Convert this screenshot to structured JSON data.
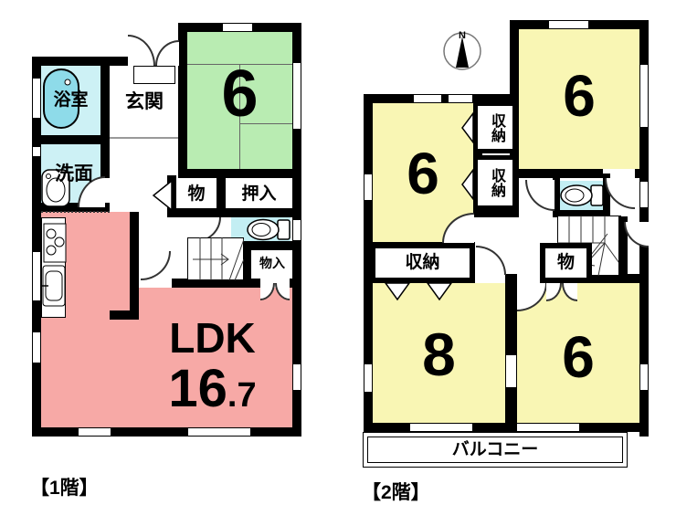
{
  "colors": {
    "green": "#b9ecb2",
    "yellow": "#f9f6b4",
    "pink": "#f7a9a6",
    "cyan_room": "#cdf1f5",
    "cyan_wc": "#c3eef3",
    "tub": "#8edbe9",
    "wall": "#000000"
  },
  "floor1": {
    "caption": "【1階】",
    "labels": {
      "bath": "浴室",
      "entrance": "玄関",
      "tatami6": "6",
      "washroom": "洗面",
      "mono": "物",
      "oshiire": "押入",
      "monoire": "物入",
      "ldk": "LDK",
      "ldk_size_main": "16",
      "ldk_size_dec": ".7"
    }
  },
  "floor2": {
    "caption": "【2階】",
    "compass": "N",
    "labels": {
      "room6_left": "6",
      "room6_top": "6",
      "room6_bottom": "6",
      "room8": "8",
      "closet_upper": "収納",
      "closet_lower": "収納",
      "closet_main": "収納",
      "mono": "物",
      "balcony": "バルコニー"
    }
  }
}
